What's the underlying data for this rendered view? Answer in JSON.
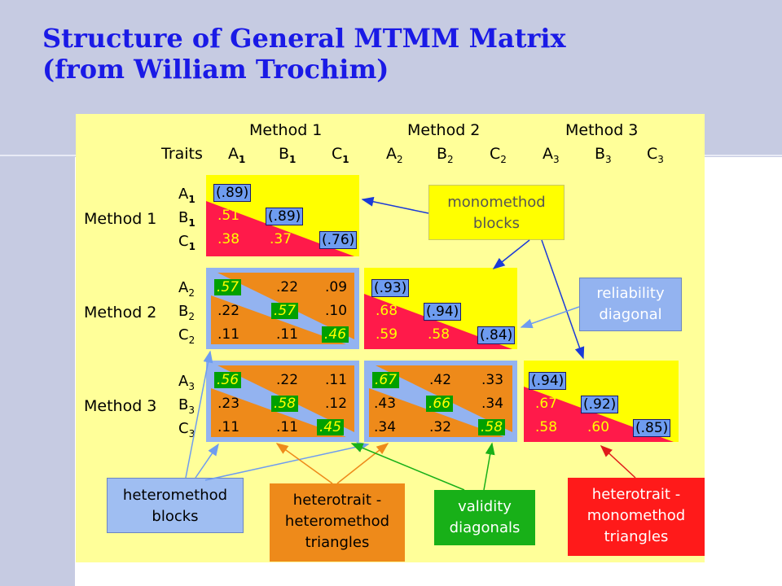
{
  "title": {
    "line1": "Structure of General MTMM Matrix",
    "line2": "(from William Trochim)"
  },
  "header": {
    "methods": [
      "Method 1",
      "Method 2",
      "Method 3"
    ],
    "traits_label": "Traits",
    "columns": [
      {
        "t": "A",
        "s": "1"
      },
      {
        "t": "B",
        "s": "1"
      },
      {
        "t": "C",
        "s": "1"
      },
      {
        "t": "A",
        "s": "2"
      },
      {
        "t": "B",
        "s": "2"
      },
      {
        "t": "C",
        "s": "2"
      },
      {
        "t": "A",
        "s": "3"
      },
      {
        "t": "B",
        "s": "3"
      },
      {
        "t": "C",
        "s": "3"
      }
    ]
  },
  "rows": {
    "methods": [
      "Method 1",
      "Method 2",
      "Method 3"
    ],
    "traits": [
      "A",
      "B",
      "C"
    ],
    "subs": [
      "1",
      "2",
      "3"
    ]
  },
  "matrix": {
    "m1": {
      "diag": [
        "(.89)",
        "(.89)",
        "(.76)"
      ],
      "b1": ".51",
      "c1": ".38",
      "c2": ".37"
    },
    "m2": {
      "diag": [
        "(.93)",
        "(.94)",
        "(.84)"
      ],
      "b1": ".68",
      "c1": ".59",
      "c2": ".58"
    },
    "m3": {
      "diag": [
        "(.94)",
        "(.92)",
        "(.85)"
      ],
      "b1": ".67",
      "c1": ".58",
      "c2": ".60"
    },
    "h21": [
      [
        ".57",
        ".22",
        ".09"
      ],
      [
        ".22",
        ".57",
        ".10"
      ],
      [
        ".11",
        ".11",
        ".46"
      ]
    ],
    "h31": [
      [
        ".56",
        ".22",
        ".11"
      ],
      [
        ".23",
        ".58",
        ".12"
      ],
      [
        ".11",
        ".11",
        ".45"
      ]
    ],
    "h32": [
      [
        ".67",
        ".42",
        ".33"
      ],
      [
        ".43",
        ".66",
        ".34"
      ],
      [
        ".34",
        ".32",
        ".58"
      ]
    ]
  },
  "callouts": {
    "monomethod": [
      "monomethod",
      "blocks"
    ],
    "reliability": [
      "reliability",
      "diagonal"
    ],
    "heteromethod": [
      "heteromethod",
      "blocks"
    ],
    "htht": [
      "heterotrait -",
      "heteromethod",
      "triangles"
    ],
    "validity": [
      "validity",
      "diagonals"
    ],
    "htmm": [
      "heterotrait -",
      "monomethod",
      "triangles"
    ]
  },
  "colors": {
    "title": "#1a1ae6",
    "panel": "#ffff99",
    "mono_block": "#ffff00",
    "mono_triangle": "#ff1a4a",
    "hetero_block": "#93b3f0",
    "hetero_triangle": "#ee8a1a",
    "validity": "#00a000",
    "reliability": "#6e9cf0"
  }
}
